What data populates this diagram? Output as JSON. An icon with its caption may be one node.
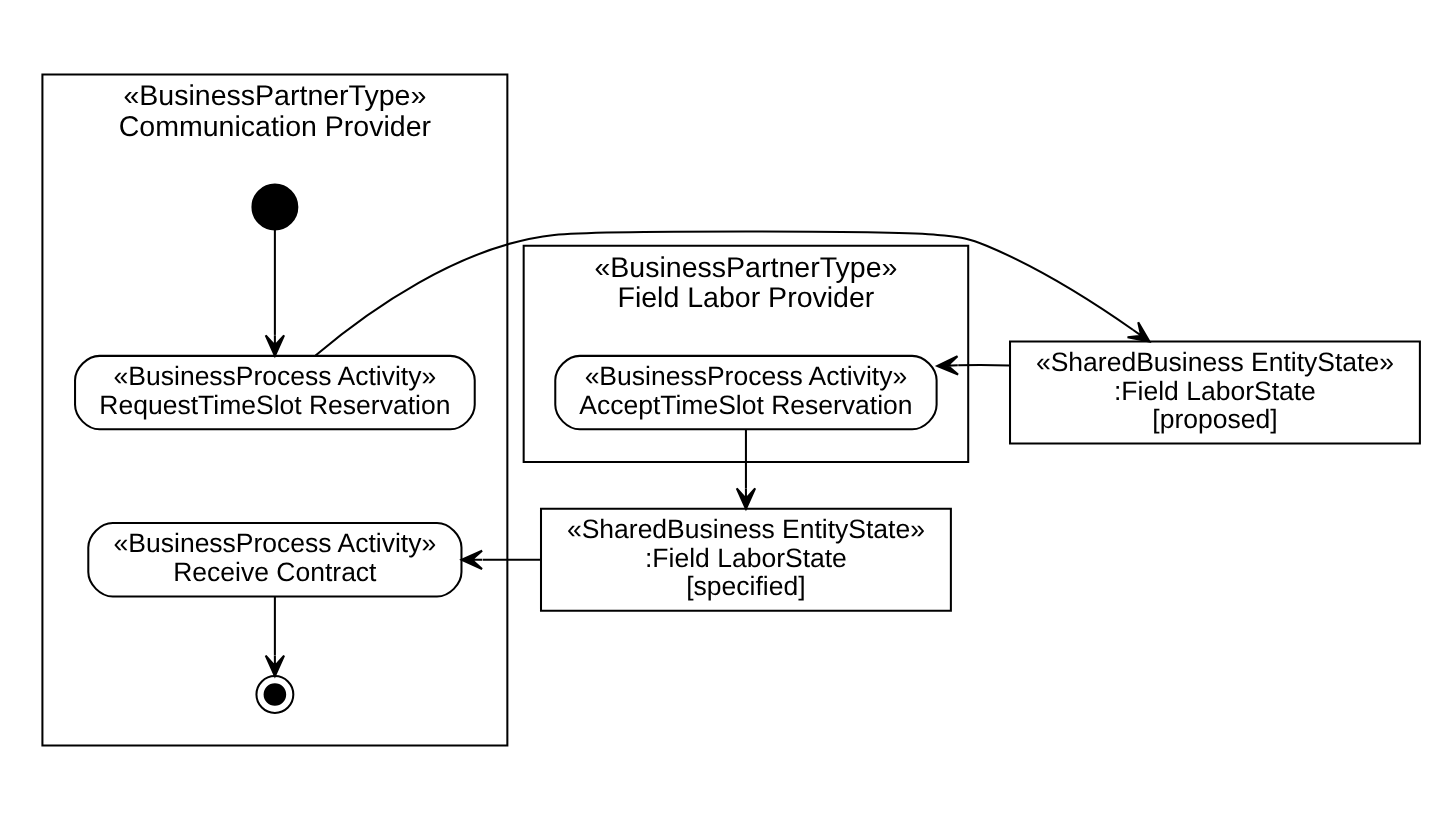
{
  "diagram": {
    "nodes": [
      {
        "text": [
          "«BusinessPartnerType»",
          "Communication Provider"
        ]
      },
      {
        "text": [],
        "shape": "circle",
        "in": 0
      },
      {
        "text": [
          "«BusinessProcess Activity»",
          "RequestTimeSlot Reservation"
        ],
        "in": 0
      },
      {
        "text": [
          "«BusinessProcess Activity»",
          "Receive Contract"
        ],
        "in": 0
      },
      {
        "text": [],
        "shape": "circle",
        "in": 0
      },
      {
        "text": [
          "«BusinessPartnerType»",
          "Field Labor Provider"
        ]
      },
      {
        "text": [
          "«BusinessProcess Activity»",
          "AcceptTimeSlot Reservation"
        ],
        "in": 5
      },
      {
        "text": [
          "«SharedBusiness EntityState»",
          ":Field LaborState",
          "[proposed]"
        ]
      },
      {
        "text": [
          "«SharedBusiness EntityState»",
          ":Field LaborState",
          "[specified]"
        ]
      }
    ],
    "edges": [
      {
        "from": 1,
        "to": 2,
        "arrow": "to"
      },
      {
        "from": 2,
        "to": 7,
        "arrow": "to"
      },
      {
        "from": 7,
        "to": 6,
        "arrow": "to"
      },
      {
        "from": 6,
        "to": 8,
        "arrow": "to"
      },
      {
        "from": 8,
        "to": 3,
        "arrow": "to"
      },
      {
        "from": 3,
        "to": 4,
        "arrow": "to"
      }
    ]
  }
}
